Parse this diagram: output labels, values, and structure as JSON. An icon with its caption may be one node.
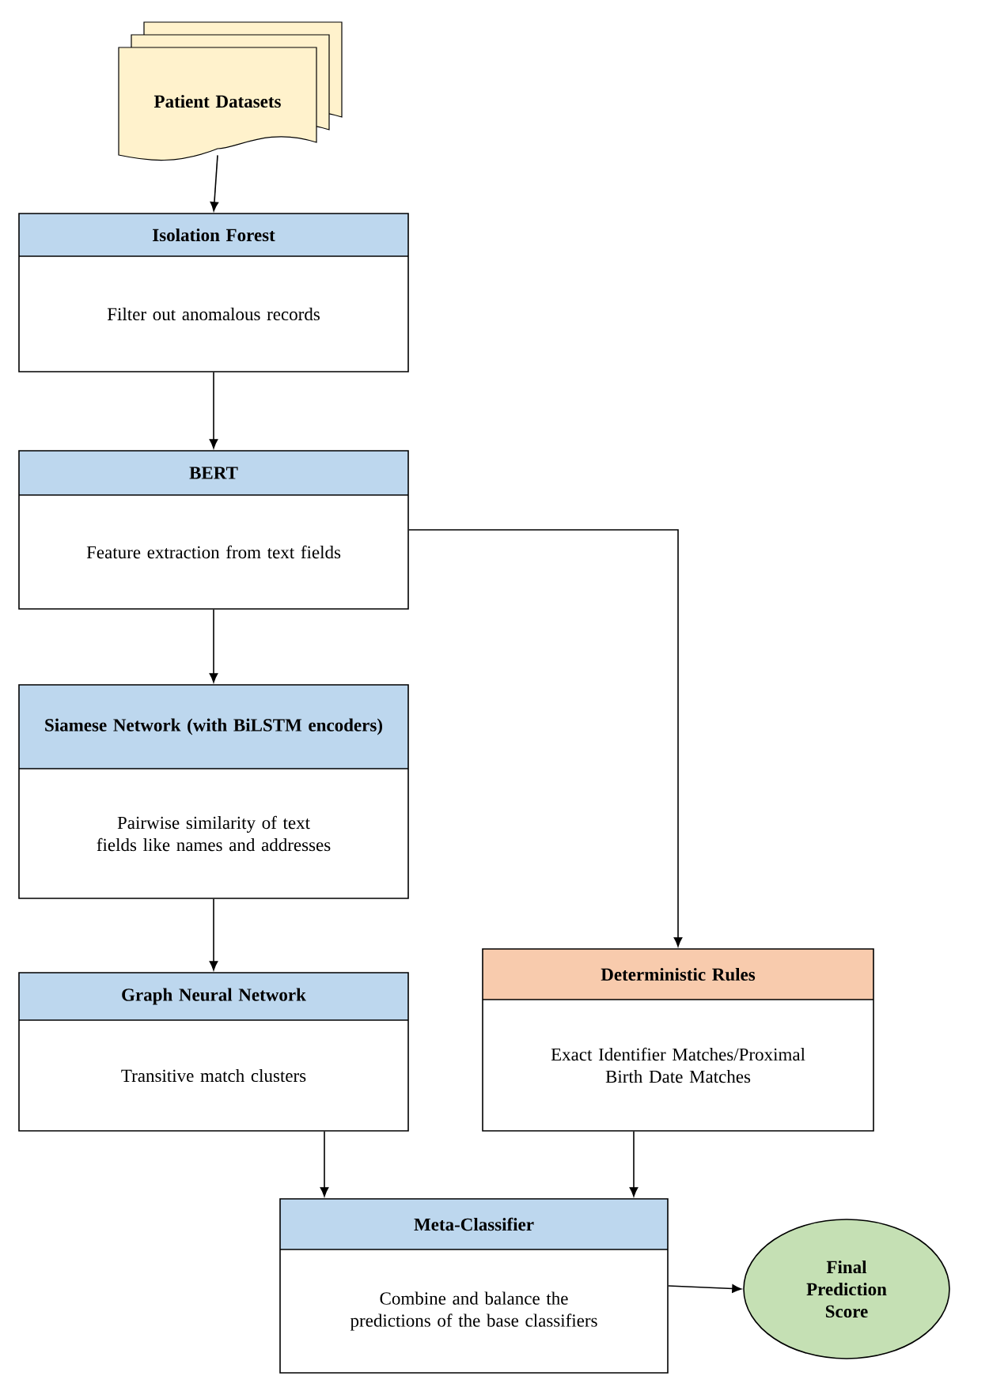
{
  "diagram": {
    "nodes": [
      {
        "text": [
          "Patient Datasets"
        ]
      },
      {
        "text": [
          "Isolation Forest",
          "Filter out anomalous records"
        ]
      },
      {
        "text": [
          "BERT",
          "Feature extraction from text fields"
        ]
      },
      {
        "text": [
          "Siamese Network (with BiLSTM encoders)",
          "Pairwise similarity of text fields like names and addresses"
        ]
      },
      {
        "text": [
          "Graph Neural Network",
          "Transitive match clusters"
        ]
      },
      {
        "text": [
          "Deterministic Rules",
          "Exact Identifier Matches/Proximal Birth Date Matches"
        ]
      },
      {
        "text": [
          "Meta-Classifier",
          "Combine and balance the predictions of the base classifiers"
        ]
      },
      {
        "text": [
          "Final Prediction Score"
        ]
      }
    ],
    "edges": [
      {
        "from": 0,
        "to": 1,
        "arrow": "to"
      },
      {
        "from": 1,
        "to": 2,
        "arrow": "to"
      },
      {
        "from": 2,
        "to": 3,
        "arrow": "to"
      },
      {
        "from": 3,
        "to": 4,
        "arrow": "to"
      },
      {
        "from": 2,
        "to": 5,
        "arrow": "to"
      },
      {
        "from": 4,
        "to": 6,
        "arrow": "to"
      },
      {
        "from": 5,
        "to": 6,
        "arrow": "to"
      },
      {
        "from": 6,
        "to": 7,
        "arrow": "to"
      }
    ]
  }
}
